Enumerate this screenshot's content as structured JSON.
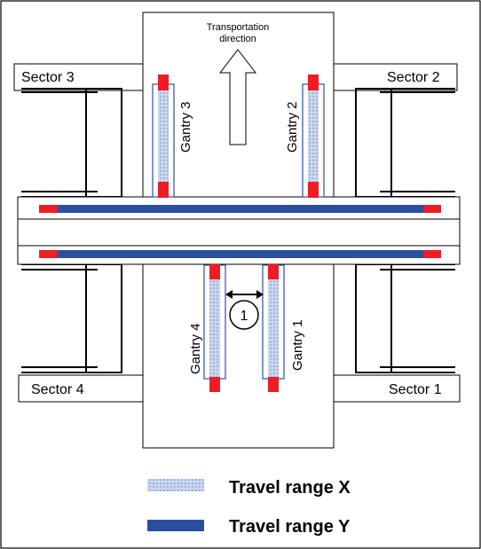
{
  "sectors": {
    "s1": "Sector 1",
    "s2": "Sector 2",
    "s3": "Sector 3",
    "s4": "Sector 4"
  },
  "gantries": {
    "g1": "Gantry 1",
    "g2": "Gantry 2",
    "g3": "Gantry 3",
    "g4": "Gantry 4"
  },
  "direction": {
    "line1": "Transportation",
    "line2": "direction"
  },
  "marker": "1",
  "legend": {
    "x": "Travel range X",
    "y": "Travel range Y"
  },
  "colors": {
    "rail_blue": "#2b4fa0",
    "end_red": "#ee1c25",
    "range_x_fill": "#b9cbe6",
    "line": "#000000"
  }
}
